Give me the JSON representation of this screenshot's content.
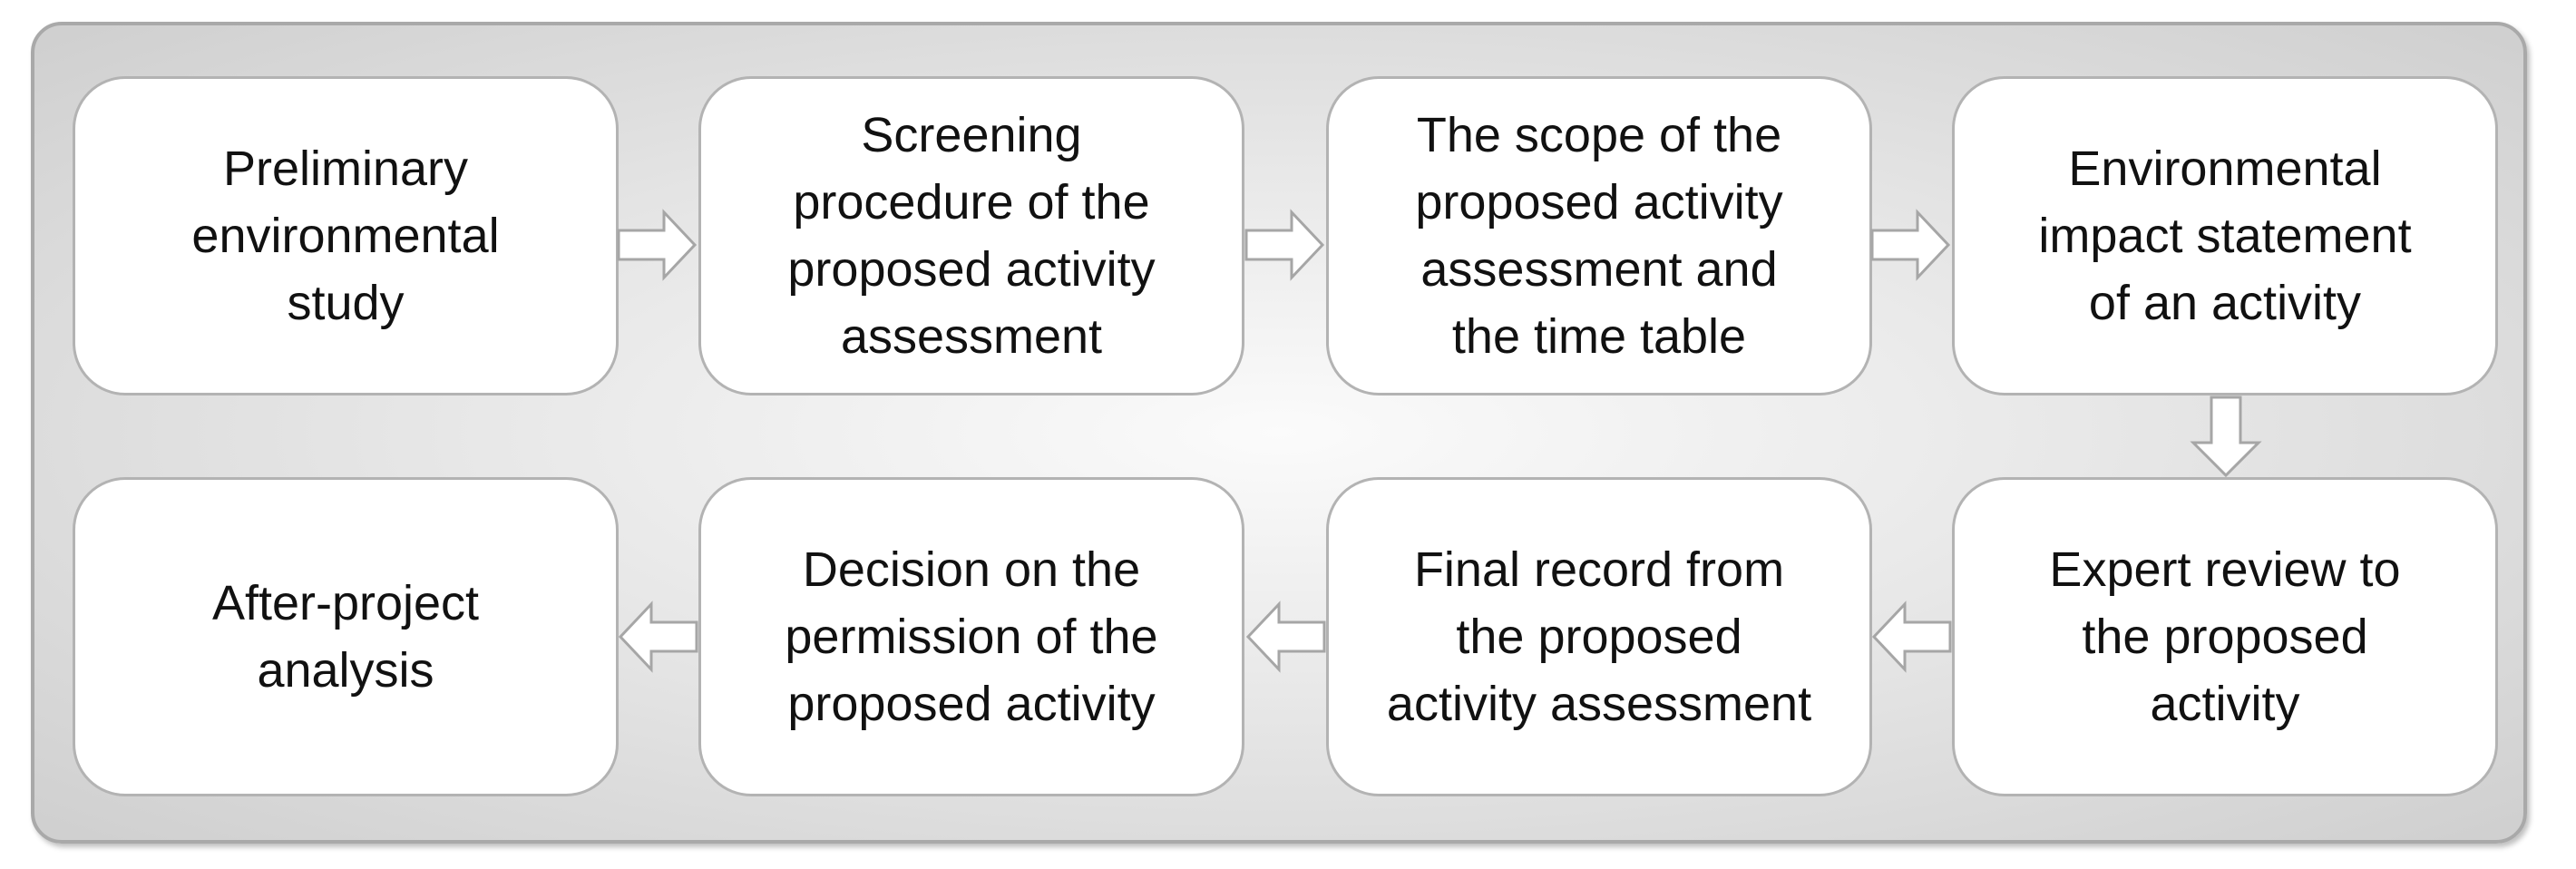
{
  "steps": [
    {
      "label": "Preliminary\nenvironmental\nstudy"
    },
    {
      "label": "Screening\nprocedure of the\nproposed activity\nassessment"
    },
    {
      "label": "The scope of the\nproposed activity\nassessment and\nthe time table"
    },
    {
      "label": "Environmental\nimpact statement\nof an activity"
    },
    {
      "label": "Expert review to\nthe proposed\nactivity"
    },
    {
      "label": "Final record from\nthe proposed\nactivity assessment"
    },
    {
      "label": "Decision on the\npermission of the\nproposed activity"
    },
    {
      "label": "After-project\nanalysis"
    }
  ],
  "arrows": [
    {
      "from": "Preliminary environmental study",
      "to": "Screening procedure",
      "direction": "right"
    },
    {
      "from": "Screening procedure",
      "to": "Scope and time table",
      "direction": "right"
    },
    {
      "from": "Scope and time table",
      "to": "Environmental impact statement",
      "direction": "right"
    },
    {
      "from": "Environmental impact statement",
      "to": "Expert review",
      "direction": "down"
    },
    {
      "from": "Expert review",
      "to": "Final record",
      "direction": "left"
    },
    {
      "from": "Final record",
      "to": "Decision on permission",
      "direction": "left"
    },
    {
      "from": "Decision on permission",
      "to": "After-project analysis",
      "direction": "left"
    }
  ],
  "colors": {
    "box_fill": "#ffffff",
    "box_border": "#b3b3b3",
    "arrow_fill": "#ffffff",
    "arrow_stroke": "#a6a6a6",
    "frame_border": "#a9a9a9"
  }
}
